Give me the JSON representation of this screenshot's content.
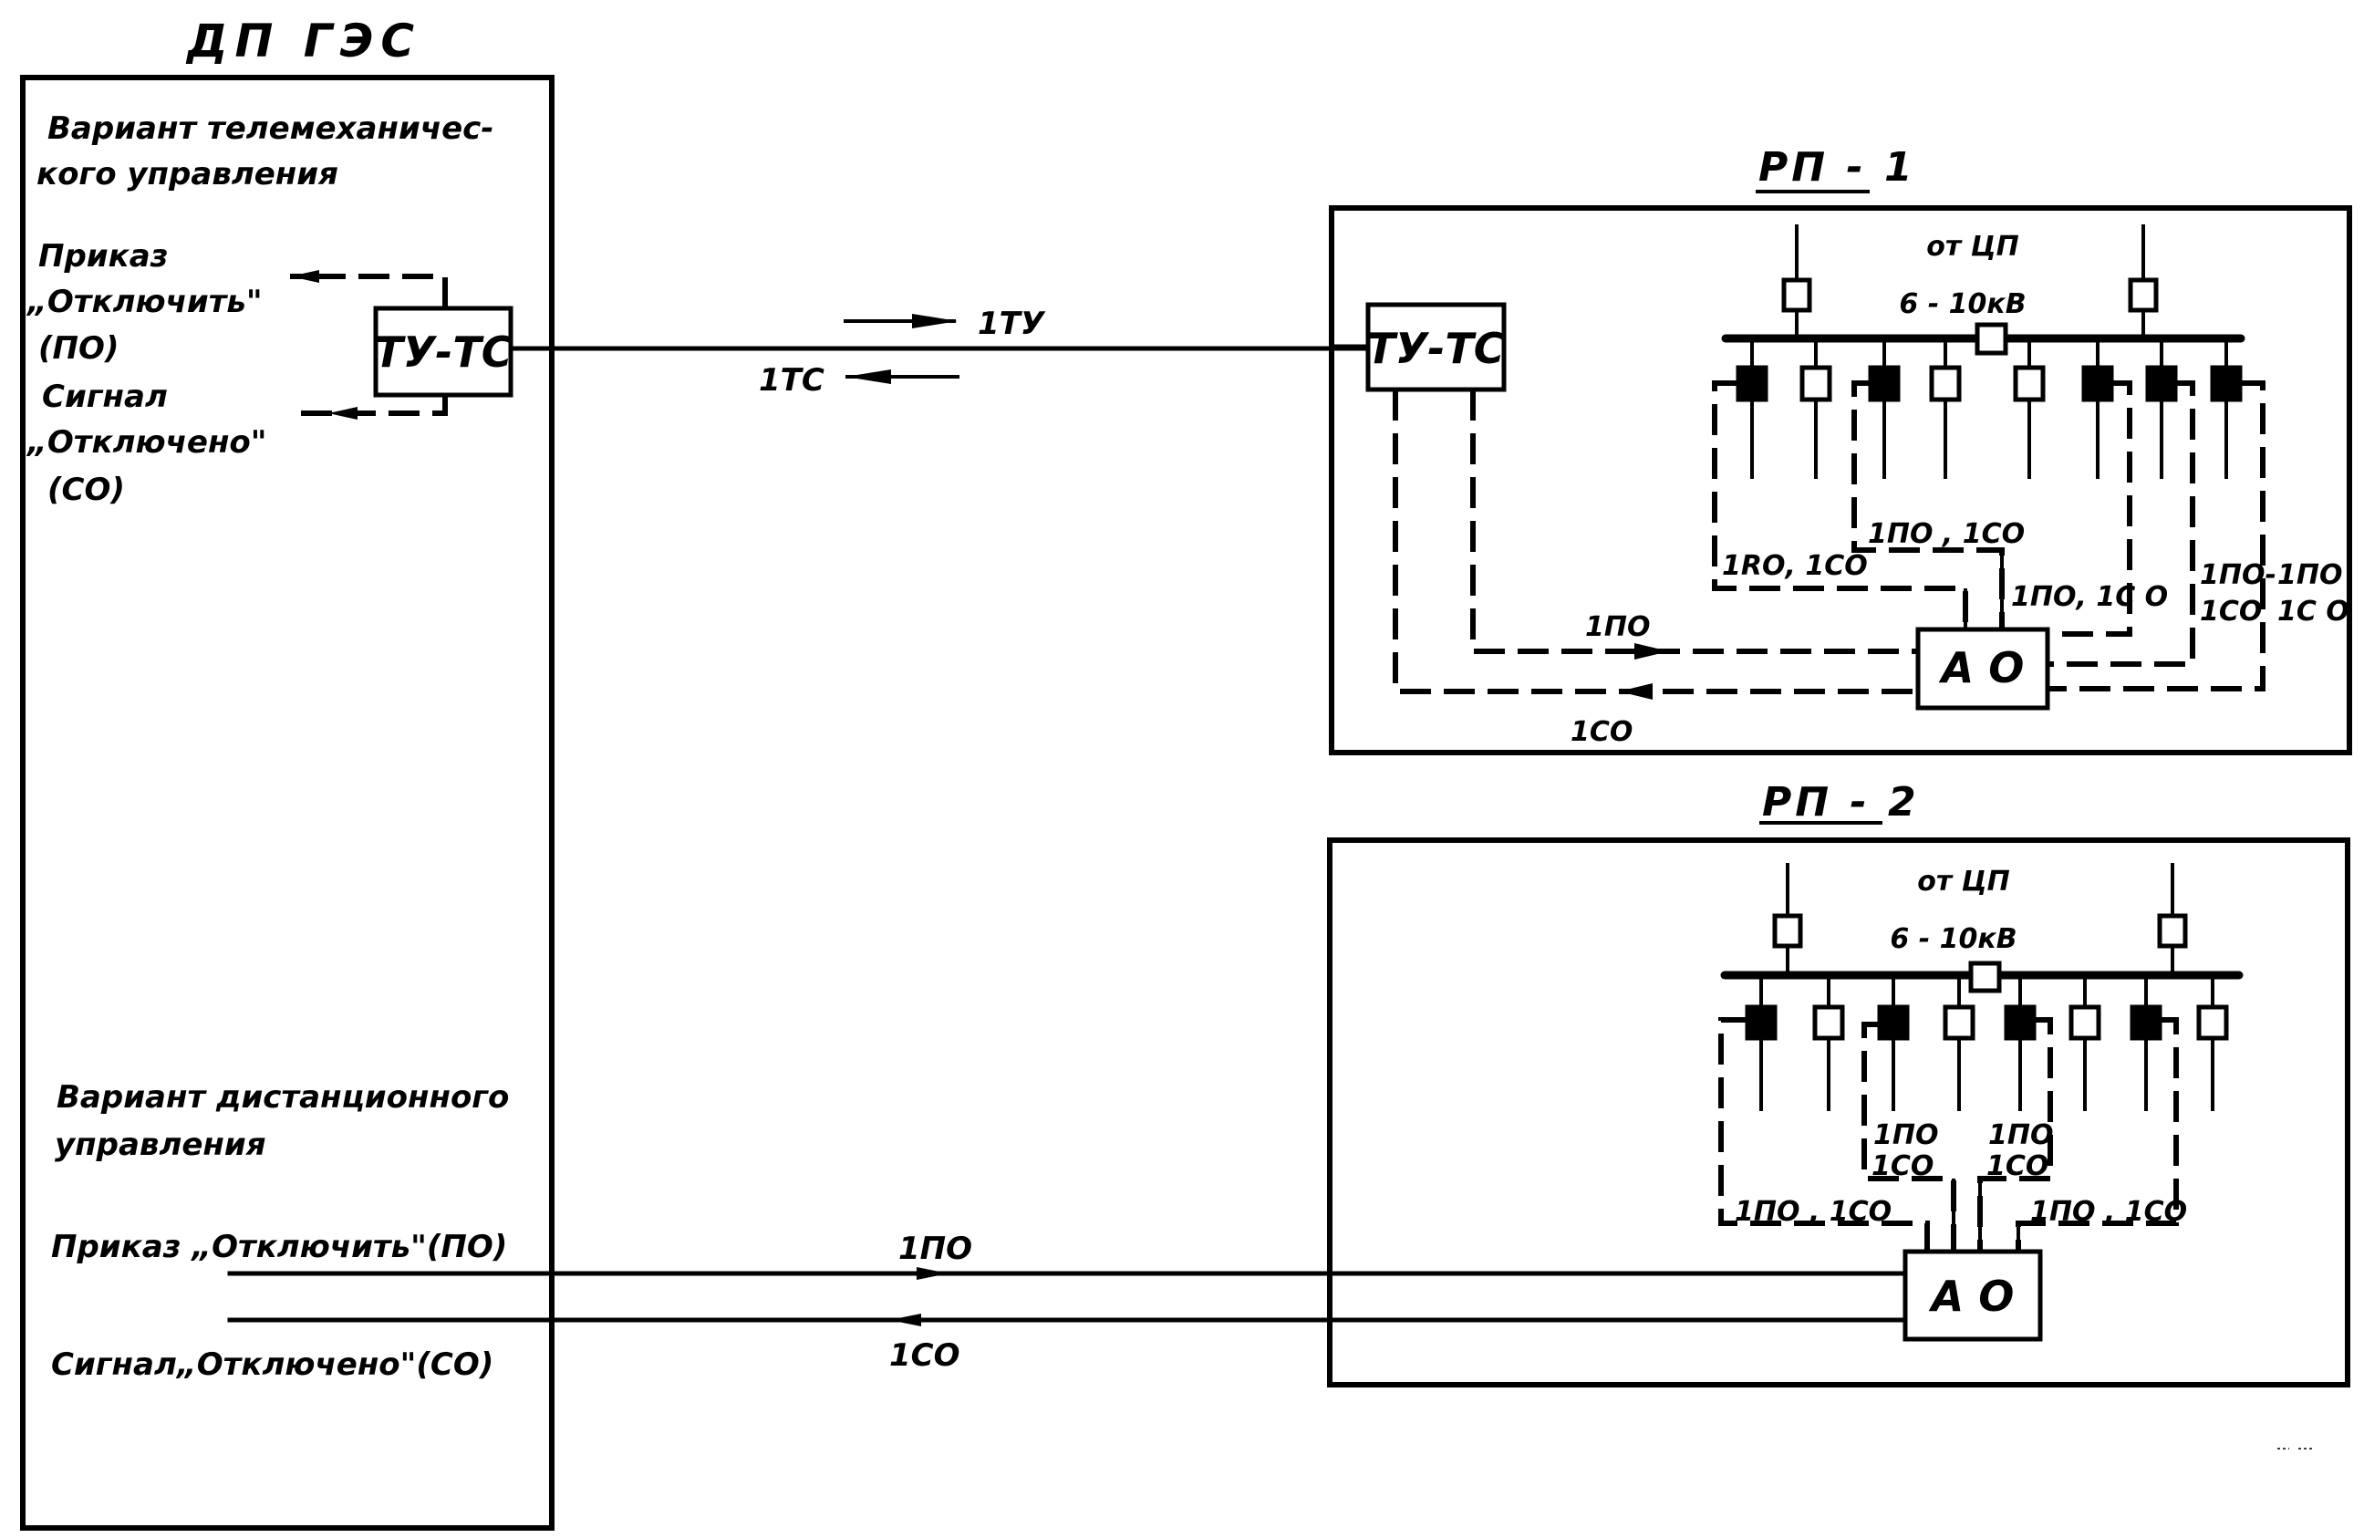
{
  "diagram": {
    "dispatcher": {
      "title": "ДП  ГЭС",
      "telemechanical": {
        "heading_line1": "Вариант  телемеханичес-",
        "heading_line2": "кого  управления",
        "order_line1": "Приказ",
        "order_line2": "„Отключить\"",
        "order_line3": "(ПО)",
        "signal_line1": "Сигнал",
        "signal_line2": "„Отключено\"",
        "signal_line3": "(СО)",
        "device_label": "ТУ-ТС"
      },
      "remote": {
        "heading_line1": "Вариант  дистанционного",
        "heading_line2": "управления",
        "order_label": "Приказ „Отключить\"(ПО)",
        "signal_label": "Сигнал„Отключено\"(СО)"
      }
    },
    "channel_telemech": {
      "forward_label": "1ТУ",
      "return_label": "1ТС"
    },
    "channel_remote": {
      "forward_label": "1ПО",
      "return_label": "1СО"
    },
    "substations": [
      {
        "name": "РП - 1",
        "source_label": "от ЦП",
        "voltage_label": "6 - 10кВ",
        "device_label": "ТУ-ТС",
        "automation_label": "А О",
        "feeders_breaker_closed": [
          true,
          false,
          true,
          false,
          false,
          true,
          true,
          true
        ],
        "links": {
          "to_automation": "1ПО",
          "from_automation": "1СО",
          "feeder_a": "1RО, 1СО",
          "feeder_b": "1ПО , 1СО",
          "feeder_c": "1ПО, 1С О",
          "feeder_d_line1": "1ПО-",
          "feeder_d_line2": "1СО",
          "feeder_e_line1": "1ПО",
          "feeder_e_line2": "1С О"
        }
      },
      {
        "name": "РП - 2",
        "source_label": "от ЦП",
        "voltage_label": "6 - 10кВ",
        "automation_label": "А О",
        "feeders_breaker_closed": [
          true,
          false,
          true,
          false,
          true,
          false,
          true,
          false
        ],
        "links": {
          "left_outer": "1ПО , 1СО",
          "right_outer": "1ПО , 1СО",
          "inner_left_line1": "1ПО",
          "inner_left_line2": "1СО",
          "inner_right_line1": "1ПО",
          "inner_right_line2": "1СО"
        }
      }
    ]
  }
}
